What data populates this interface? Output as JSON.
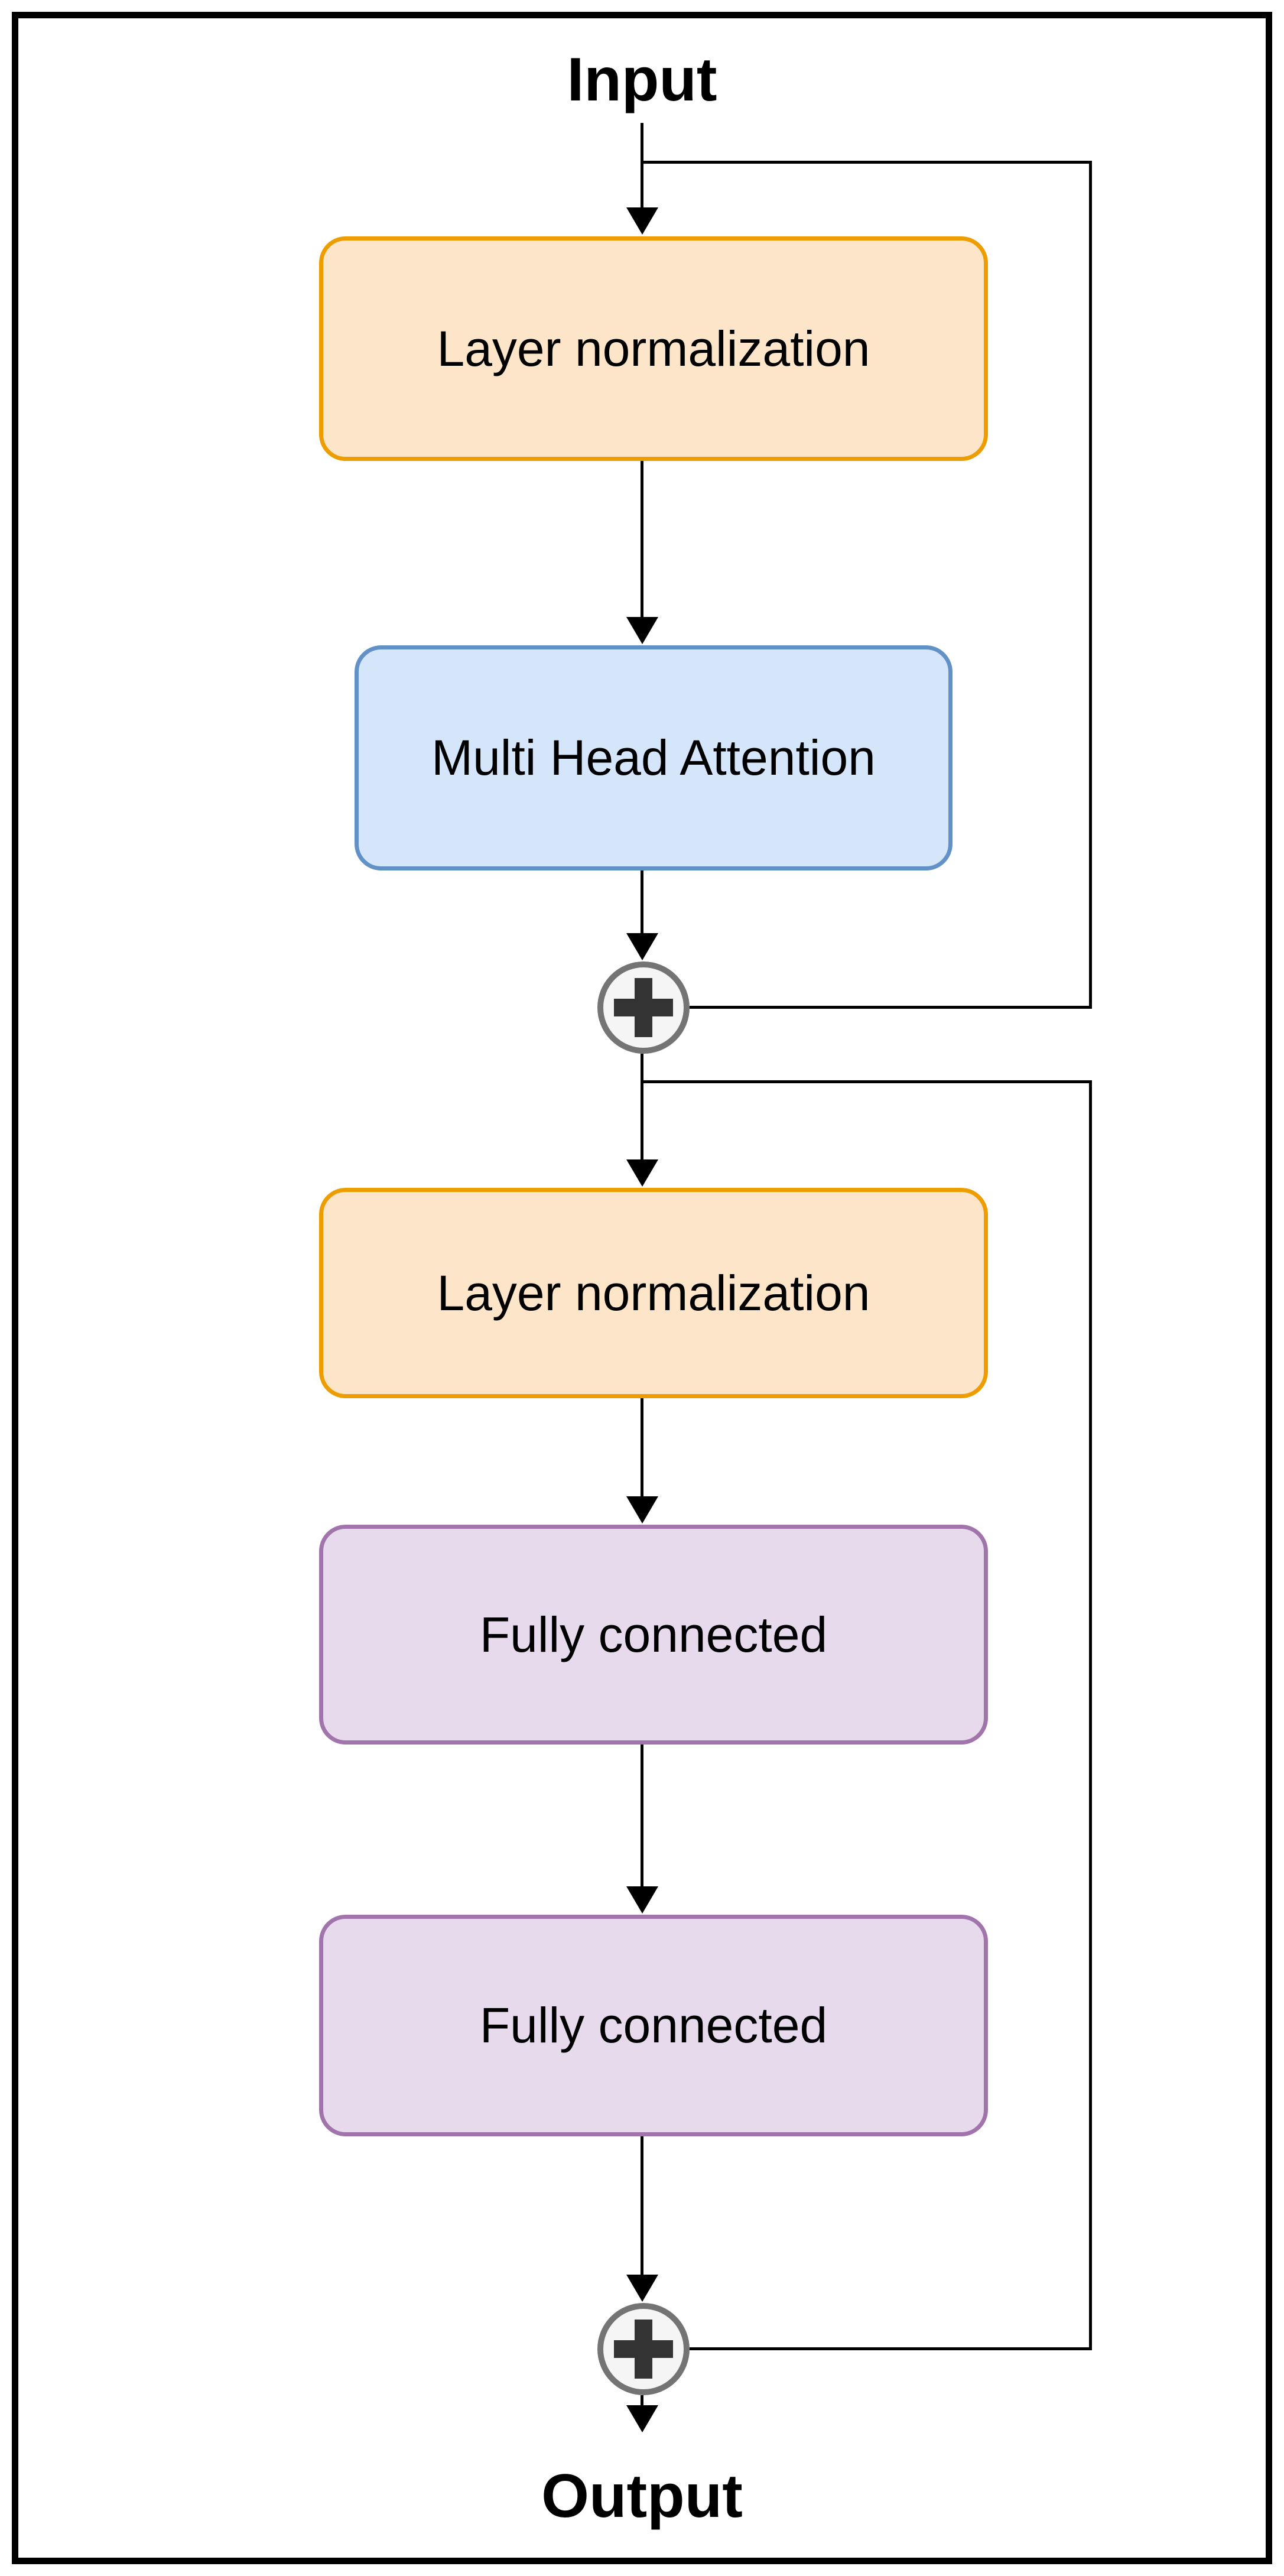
{
  "diagram": {
    "input_label": "Input",
    "output_label": "Output",
    "nodes": [
      {
        "label": "Layer normalization"
      },
      {
        "label": "Multi Head Attention"
      },
      {
        "label": "Layer normalization"
      },
      {
        "label": "Fully connected"
      },
      {
        "label": "Fully connected"
      }
    ],
    "operators": [
      {
        "symbol": "+"
      },
      {
        "symbol": "+"
      }
    ]
  },
  "colors": {
    "background": "#FFFFFF",
    "frame": "#000000",
    "line": "#000000",
    "text": "#000000",
    "layer_norm_fill": "#FDE5C9",
    "layer_norm_stroke": "#ED9D00",
    "attention_fill": "#D5E5FA",
    "attention_stroke": "#6291C8",
    "fully_connected_fill": "#E7DAEC",
    "fully_connected_stroke": "#A274AC",
    "add_fill": "#F5F5F5",
    "add_stroke": "#747474",
    "add_symbol": "#333333"
  }
}
